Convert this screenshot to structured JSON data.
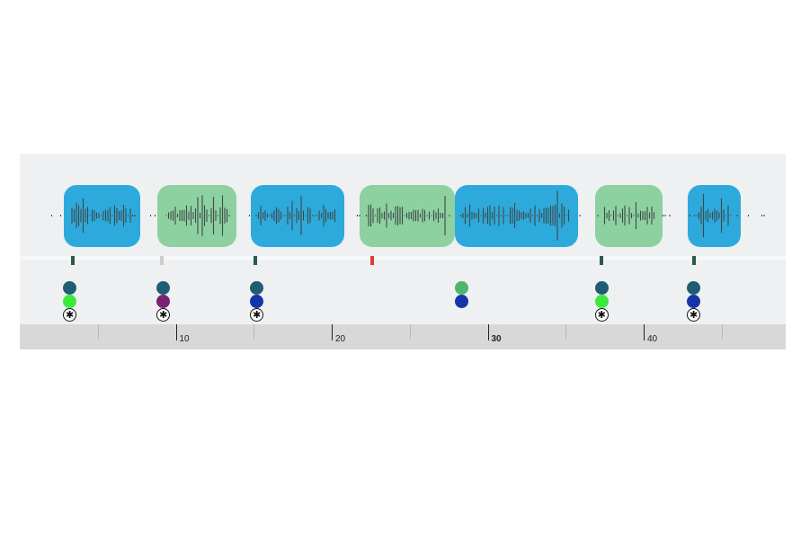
{
  "timeline": {
    "colors": {
      "panel_bg": "#eff0f2",
      "blue_segment": "#2ea9dc",
      "green_segment": "#8ed1a1",
      "waveform": "#3c4a48",
      "ruler_bg": "#d8d8d8"
    },
    "view_range": [
      0,
      49
    ],
    "segments": [
      {
        "kind": "blue",
        "start": 2.8,
        "end": 7.7
      },
      {
        "kind": "green",
        "start": 8.8,
        "end": 13.9
      },
      {
        "kind": "blue",
        "start": 14.8,
        "end": 20.8
      },
      {
        "kind": "green",
        "start": 21.8,
        "end": 27.9
      },
      {
        "kind": "blue",
        "start": 27.9,
        "end": 35.8
      },
      {
        "kind": "green",
        "start": 36.9,
        "end": 41.2
      },
      {
        "kind": "blue",
        "start": 42.8,
        "end": 46.2
      }
    ],
    "markers": [
      {
        "time": 3.4,
        "color": "#2b5a4a"
      },
      {
        "time": 9.1,
        "color": "#cccccc"
      },
      {
        "time": 15.1,
        "color": "#2b5a4a"
      },
      {
        "time": 22.6,
        "color": "#e53935"
      },
      {
        "time": 37.3,
        "color": "#2b5a4a"
      },
      {
        "time": 43.2,
        "color": "#2b5a4a"
      }
    ],
    "dot_columns": [
      {
        "time": 2.8,
        "dots": [
          "#215d72",
          "#3bea3b"
        ],
        "star": true
      },
      {
        "time": 8.8,
        "dots": [
          "#215d72",
          "#7a2374"
        ],
        "star": true
      },
      {
        "time": 14.8,
        "dots": [
          "#215d72",
          "#1634a8"
        ],
        "star": true
      },
      {
        "time": 27.9,
        "dots": [
          "#4fb56c",
          "#1634a8"
        ],
        "star": false
      },
      {
        "time": 36.9,
        "dots": [
          "#215d72",
          "#3bea3b"
        ],
        "star": true
      },
      {
        "time": 42.8,
        "dots": [
          "#215d72",
          "#1634a8"
        ],
        "star": true
      }
    ],
    "star_glyph": "✱",
    "ruler": {
      "ticks": [
        5,
        10,
        15,
        20,
        25,
        30,
        35,
        40,
        45
      ],
      "labels": [
        {
          "value": 10,
          "text": "10"
        },
        {
          "value": 20,
          "text": "20"
        },
        {
          "value": 30,
          "text": "30"
        },
        {
          "value": 40,
          "text": "40"
        }
      ]
    }
  }
}
